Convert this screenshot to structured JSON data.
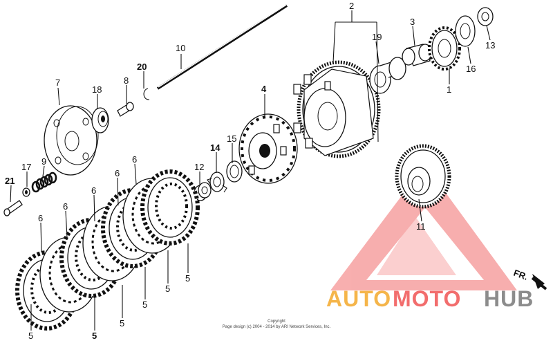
{
  "diagram": {
    "part_labels": {
      "p1": "1",
      "p2": "2",
      "p3": "3",
      "p4": "4",
      "p5": "5",
      "p6": "6",
      "p7": "7",
      "p8": "8",
      "p9": "9",
      "p10": "10",
      "p11": "11",
      "p12": "12",
      "p13": "13",
      "p14": "14",
      "p15": "15",
      "p16": "16",
      "p17": "17",
      "p18": "18",
      "p19": "19",
      "p20": "20",
      "p21": "21"
    },
    "direction_label": "FR."
  },
  "watermark": {
    "word_auto": "AUTO",
    "word_moto": "MOTO",
    "word_hub": "HUB",
    "colors": {
      "triangle": "#f26d6d",
      "auto": "#f5b54a",
      "moto": "#f26d6d",
      "hub": "#8c8c8c"
    }
  },
  "footer": {
    "line1": "Copyright",
    "line2": "Page design (c) 2004 - 2014 by ARI Network Services, Inc."
  }
}
